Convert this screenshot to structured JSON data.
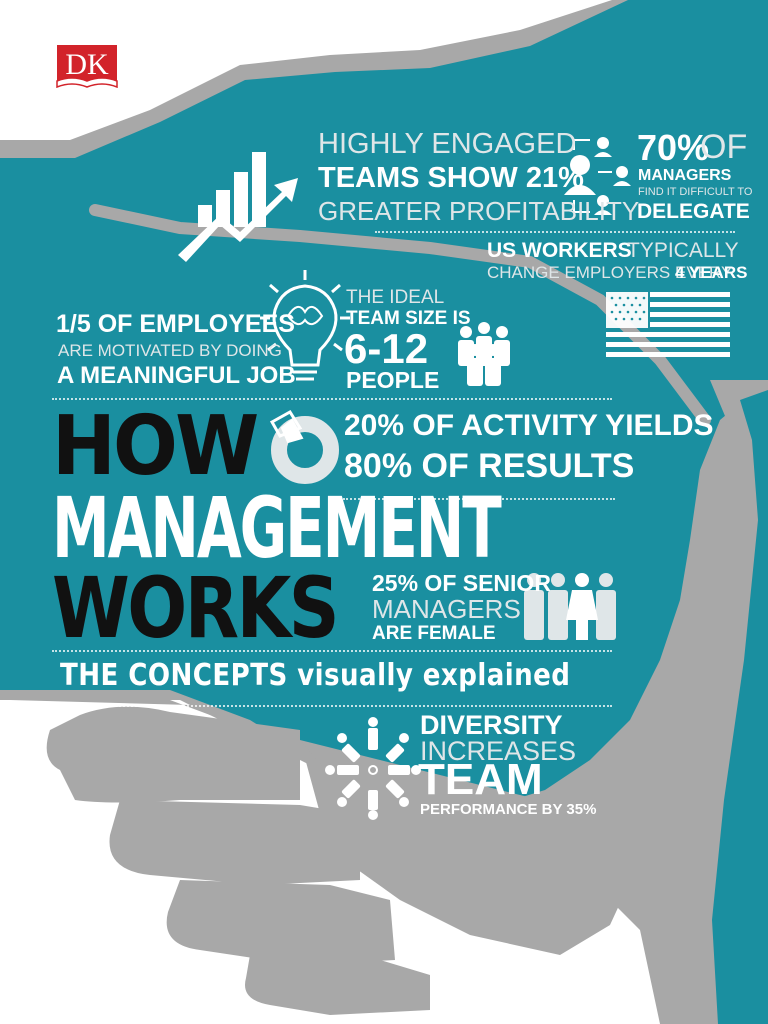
{
  "brand": {
    "logo_text": "DK"
  },
  "cover": {
    "title_lines": [
      "HOW",
      "MANAGEMENT",
      "WORKS"
    ],
    "subtitle": "THE CONCEPTS visually explained"
  },
  "stats": {
    "engaged": {
      "line1": "HIGHLY ENGAGED",
      "line2": "TEAMS SHOW 21%",
      "line3": "GREATER PROFITABILITY"
    },
    "delegate": {
      "big": "70%",
      "of": "OF",
      "line2": "MANAGERS",
      "line3": "FIND IT DIFFICULT TO",
      "line4": "DELEGATE"
    },
    "us_workers": {
      "line1_bold": "US WORKERS",
      "line1_light": "TYPICALLY",
      "line2": "CHANGE EMPLOYERS EVERY",
      "line2_bold": "4 YEARS"
    },
    "employees": {
      "line1": "1/5 OF EMPLOYEES",
      "line2": "ARE MOTIVATED BY DOING",
      "line3": "A MEANINGFUL JOB"
    },
    "team_size": {
      "line1": "THE IDEAL",
      "line2": "TEAM SIZE IS",
      "line3": "6-12",
      "line4": "PEOPLE"
    },
    "pareto": {
      "line1": "20% OF ACTIVITY YIELDS",
      "line2": "80% OF RESULTS"
    },
    "senior": {
      "line1": "25% OF SENIOR",
      "line2": "MANAGERS",
      "line3": "ARE FEMALE"
    },
    "diversity": {
      "line1": "DIVERSITY",
      "line2": "INCREASES",
      "line3": "TEAM",
      "line4": "PERFORMANCE BY 35%"
    }
  },
  "colors": {
    "teal": "#1a8fa0",
    "grey": "#a8a8a8",
    "dk_red": "#d2232a"
  }
}
